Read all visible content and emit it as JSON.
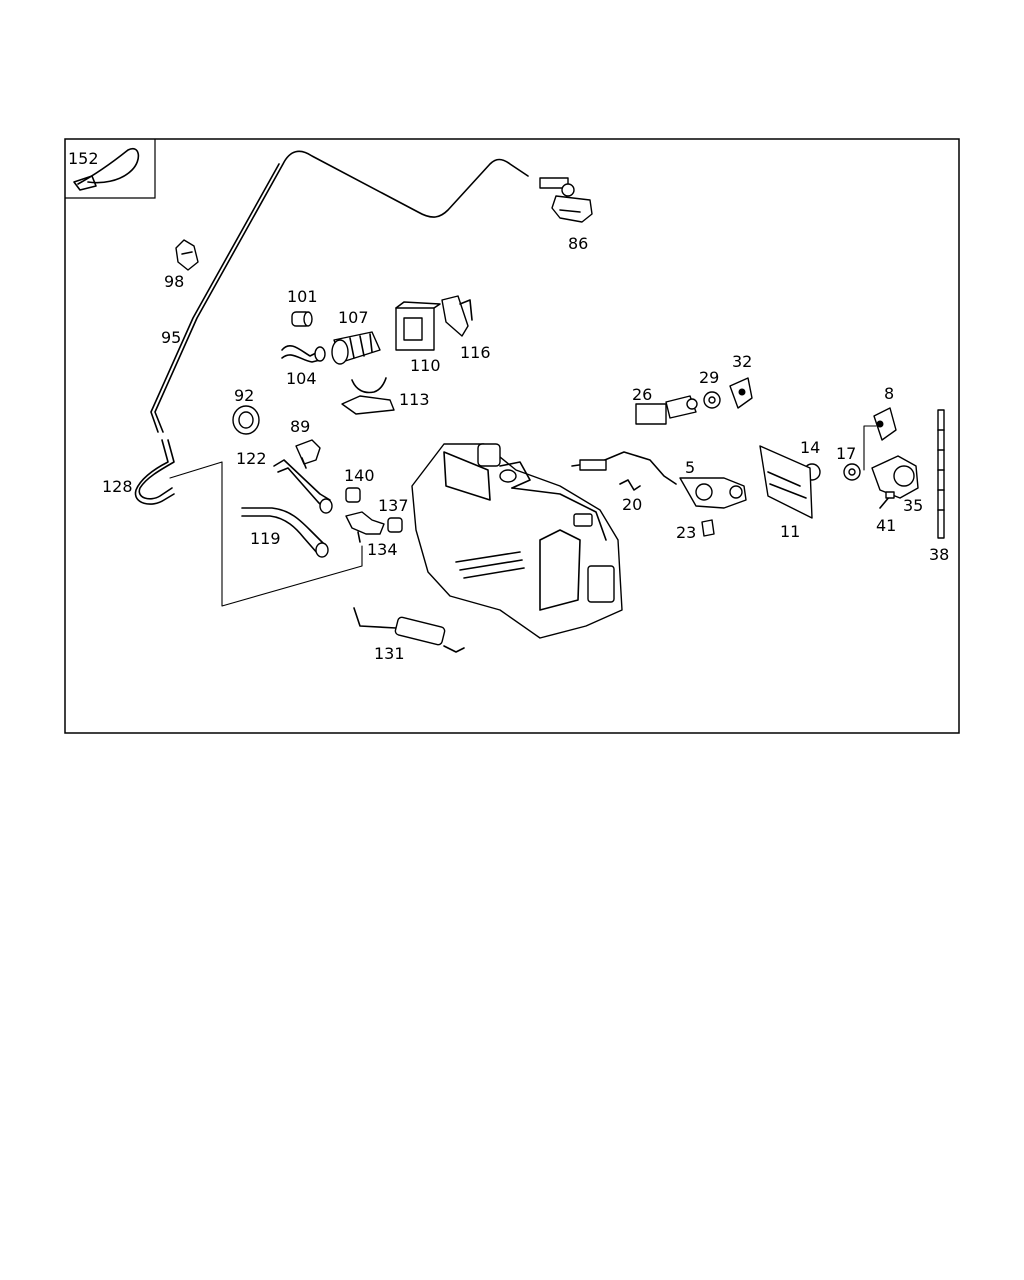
{
  "diagram": {
    "labels": {
      "l152": "152",
      "l86": "86",
      "l98": "98",
      "l95": "95",
      "l101": "101",
      "l107": "107",
      "l104": "104",
      "l110": "110",
      "l116": "116",
      "l113": "113",
      "l92": "92",
      "l89": "89",
      "l122": "122",
      "l128": "128",
      "l140": "140",
      "l137": "137",
      "l119": "119",
      "l134": "134",
      "l131": "131",
      "l26": "26",
      "l29": "29",
      "l32": "32",
      "l5": "5",
      "l20": "20",
      "l23": "23",
      "l14": "14",
      "l11": "11",
      "l8": "8",
      "l17": "17",
      "l35": "35",
      "l41": "41",
      "l38": "38"
    }
  }
}
